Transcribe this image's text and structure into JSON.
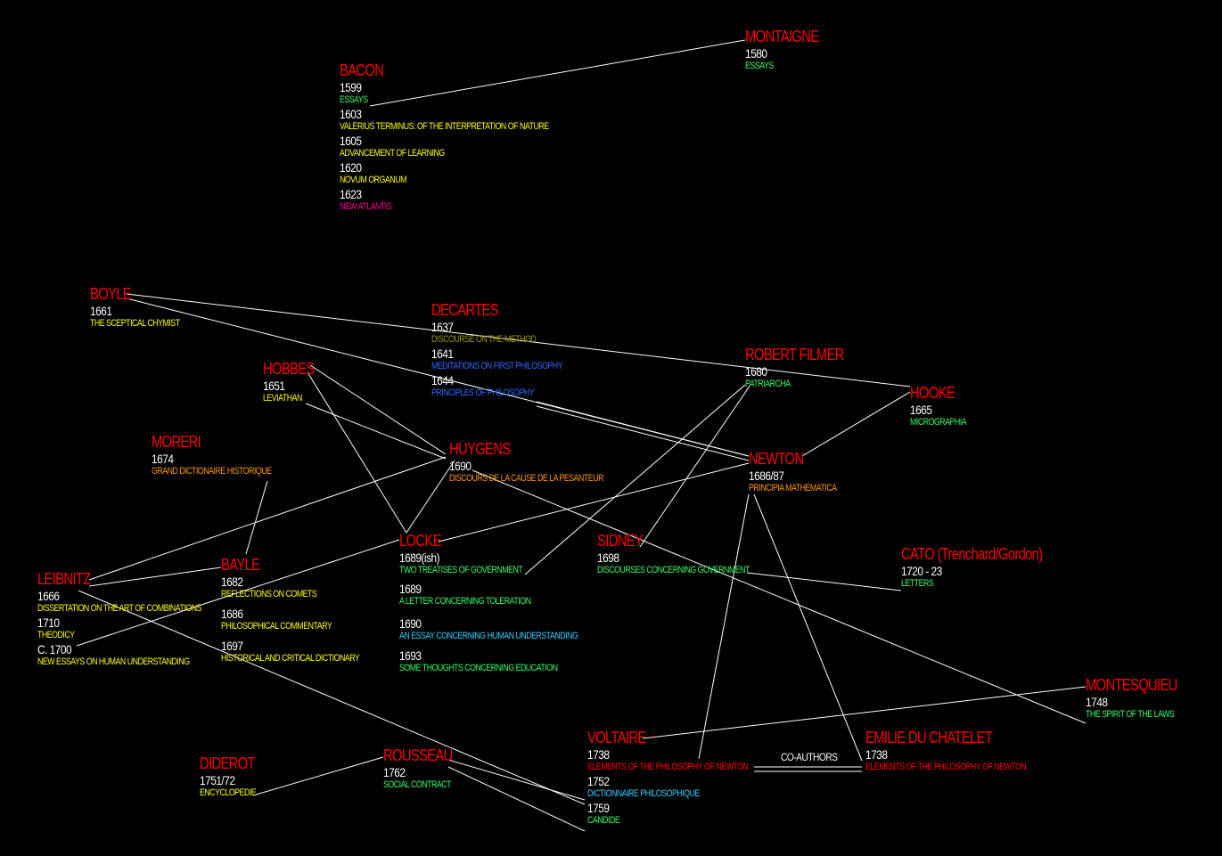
{
  "nodes": {
    "montaigne": {
      "name": "MONTAIGNE",
      "works": [
        {
          "year": "1580",
          "title": "ESSAYS",
          "color": "green"
        }
      ]
    },
    "bacon": {
      "name": "BACON",
      "works": [
        {
          "year": "1599",
          "title": "ESSAYS",
          "color": "green"
        },
        {
          "year": "1603",
          "title": "VALERIUS TERMINUS: OF THE INTERPRETATION OF NATURE",
          "color": "yellow"
        },
        {
          "year": "1605",
          "title": "ADVANCEMENT OF LEARNING",
          "color": "yellow"
        },
        {
          "year": "1620",
          "title": "NOVUM ORGANUM",
          "color": "yellow"
        },
        {
          "year": "1623",
          "title": "NEW ATLANTIS",
          "color": "pink"
        }
      ]
    },
    "boyle": {
      "name": "BOYLE",
      "works": [
        {
          "year": "1661",
          "title": "THE SCEPTICAL CHYMIST",
          "color": "yellow"
        }
      ]
    },
    "decartes": {
      "name": "DECARTES",
      "works": [
        {
          "year": "1637",
          "title": "DISCOURSE ON THE METHOD",
          "color": "olive"
        },
        {
          "year": "1641",
          "title": "MEDITATIONS ON FIRST PHILOSOPHY",
          "color": "blue"
        },
        {
          "year": "1644",
          "title": "PRINCIPLES OF PHILOSOPHY",
          "color": "blue"
        }
      ]
    },
    "hobbes": {
      "name": "HOBBES",
      "works": [
        {
          "year": "1651",
          "title": "LEVIATHAN",
          "color": "yellow"
        }
      ]
    },
    "robert_filmer": {
      "name": "ROBERT FILMER",
      "works": [
        {
          "year": "1680",
          "title": "PATRIARCHA",
          "color": "green"
        }
      ]
    },
    "hooke": {
      "name": "HOOKE",
      "works": [
        {
          "year": "1665",
          "title": "MICROGRAPHIA",
          "color": "green"
        }
      ]
    },
    "moreri": {
      "name": "MORERI",
      "works": [
        {
          "year": "1674",
          "title": "GRAND DICTIONAIRE HISTORIQUE",
          "color": "orange"
        }
      ]
    },
    "huygens": {
      "name": "HUYGENS",
      "works": [
        {
          "year": "1690",
          "title": "DISCOURS DE LA CAUSE DE LA PESANTEUR",
          "color": "orange"
        }
      ]
    },
    "newton": {
      "name": "NEWTON",
      "works": [
        {
          "year": "1686/87",
          "title": "PRINCIPIA MATHEMATICA",
          "color": "orange"
        }
      ]
    },
    "leibnitz": {
      "name": "LEIBNITZ",
      "works": [
        {
          "year": "1666",
          "title": "DISSERTATION ON THE ART OF COMBINATIONS",
          "color": "yellow"
        },
        {
          "year": "1710",
          "title": "THEODICY",
          "color": "yellow"
        },
        {
          "year": "C. 1700",
          "title": "NEW ESSAYS ON HUMAN UNDERSTANDING",
          "color": "yellow"
        }
      ]
    },
    "bayle": {
      "name": "BAYLE",
      "works": [
        {
          "year": "1682",
          "title": "REFLECTIONS ON COMETS",
          "color": "yellow"
        },
        {
          "year": "1686",
          "title": "PHILOSOPHICAL COMMENTARY",
          "color": "yellow"
        },
        {
          "year": "1697",
          "title": "HISTORICAL AND CRITICAL DICTIONARY",
          "color": "yellow"
        }
      ]
    },
    "locke": {
      "name": "LOCKE",
      "works": [
        {
          "year": "1689(ish)",
          "title": "TWO TREATISES OF GOVERNMENT",
          "color": "green"
        },
        {
          "year": "1689",
          "title": "A LETTER CONCERNING TOLERATION",
          "color": "green"
        },
        {
          "year": "1690",
          "title": "AN ESSAY CONCERNING HUMAN UNDERSTANDING",
          "color": "cyan"
        },
        {
          "year": "1693",
          "title": "SOME THOUGHTS CONCERNING EDUCATION",
          "color": "green"
        }
      ]
    },
    "sidney": {
      "name": "SIDNEY",
      "works": [
        {
          "year": "1698",
          "title": "DISCOURSES CONCERNING GOVERNMENT",
          "color": "green"
        }
      ]
    },
    "cato": {
      "name": "CATO (Trenchard/Gordon)",
      "works": [
        {
          "year": "1720 - 23",
          "title": "LETTERS",
          "color": "green"
        }
      ]
    },
    "montesquieu": {
      "name": "MONTESQUIEU",
      "works": [
        {
          "year": "1748",
          "title": "THE SPIRIT OF THE LAWS",
          "color": "green"
        }
      ]
    },
    "voltaire": {
      "name": "VOLTAIRE",
      "works": [
        {
          "year": "1738",
          "title": "ELEMENTS OF THE PHILOSOPHY OF NEWTON",
          "color": "red"
        },
        {
          "year": "1752",
          "title": "DICTIONNAIRE PHILOSOPHIQUE",
          "color": "cyan"
        },
        {
          "year": "1759",
          "title": "CANDIDE",
          "color": "green"
        }
      ]
    },
    "emilie": {
      "name": "EMILIE DU CHATELET",
      "works": [
        {
          "year": "1738",
          "title": "ELEMENTS OF THE PHILOSOPHY OF NEWTON",
          "color": "red"
        }
      ]
    },
    "diderot": {
      "name": "DIDEROT",
      "works": [
        {
          "year": "1751/72",
          "title": "ENCYCLOPEDIE",
          "color": "yellow"
        }
      ]
    },
    "rousseau": {
      "name": "ROUSSEAU",
      "works": [
        {
          "year": "1762",
          "title": "SOCIAL CONTRACT",
          "color": "green"
        }
      ]
    }
  },
  "labels": {
    "coauthors": "CO-AUTHORS"
  },
  "colors": {
    "background": "#000000",
    "name": "#ff0000",
    "year": "#ffffff",
    "link": "#ffffff"
  }
}
